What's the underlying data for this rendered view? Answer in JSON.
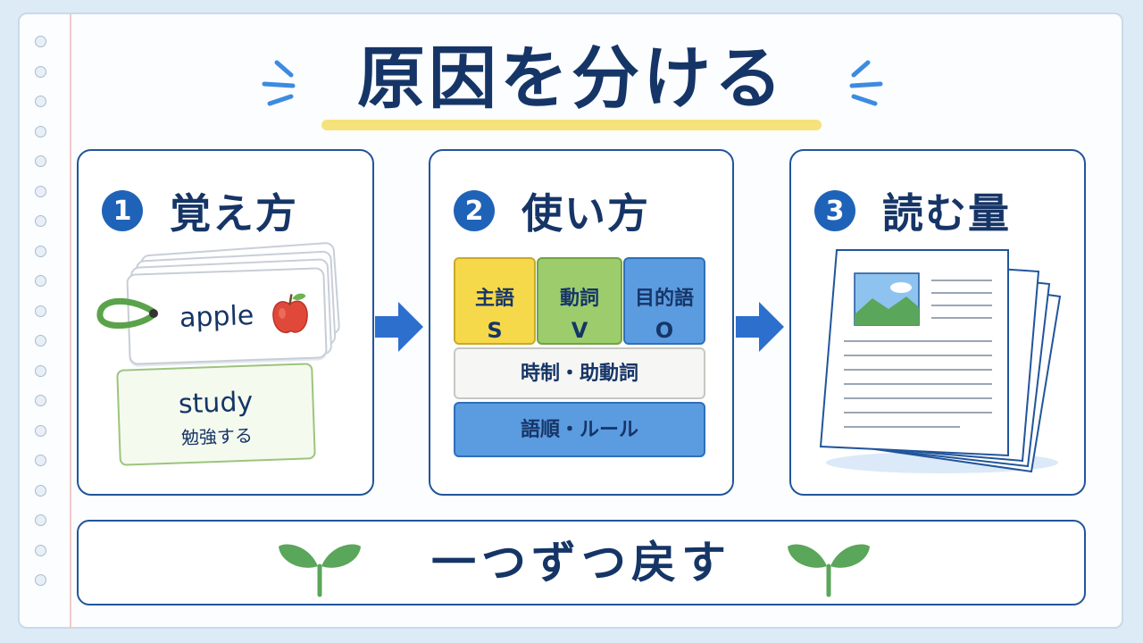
{
  "title": "原因を分ける",
  "panels": [
    {
      "number": "1",
      "title": "覚え方"
    },
    {
      "number": "2",
      "title": "使い方"
    },
    {
      "number": "3",
      "title": "読む量"
    }
  ],
  "flashcards": {
    "front_word": "apple",
    "back_word": "study",
    "back_meaning": "勉強する"
  },
  "grammar_blocks": {
    "subject": {
      "label": "主語",
      "letter": "S",
      "color": "#f5d94a"
    },
    "verb": {
      "label": "動詞",
      "letter": "V",
      "color": "#9ccc6b"
    },
    "object": {
      "label": "目的語",
      "letter": "O",
      "color": "#5b9be0"
    },
    "tense": {
      "label": "時制・助動詞"
    },
    "order": {
      "label": "語順・ルール",
      "color": "#5b9be0"
    }
  },
  "footer": "一つずつ戻す",
  "colors": {
    "navy": "#163567",
    "accent_blue": "#1f63b8",
    "highlight_yellow": "#f6e27a",
    "sprout_green": "#5aa65a"
  }
}
